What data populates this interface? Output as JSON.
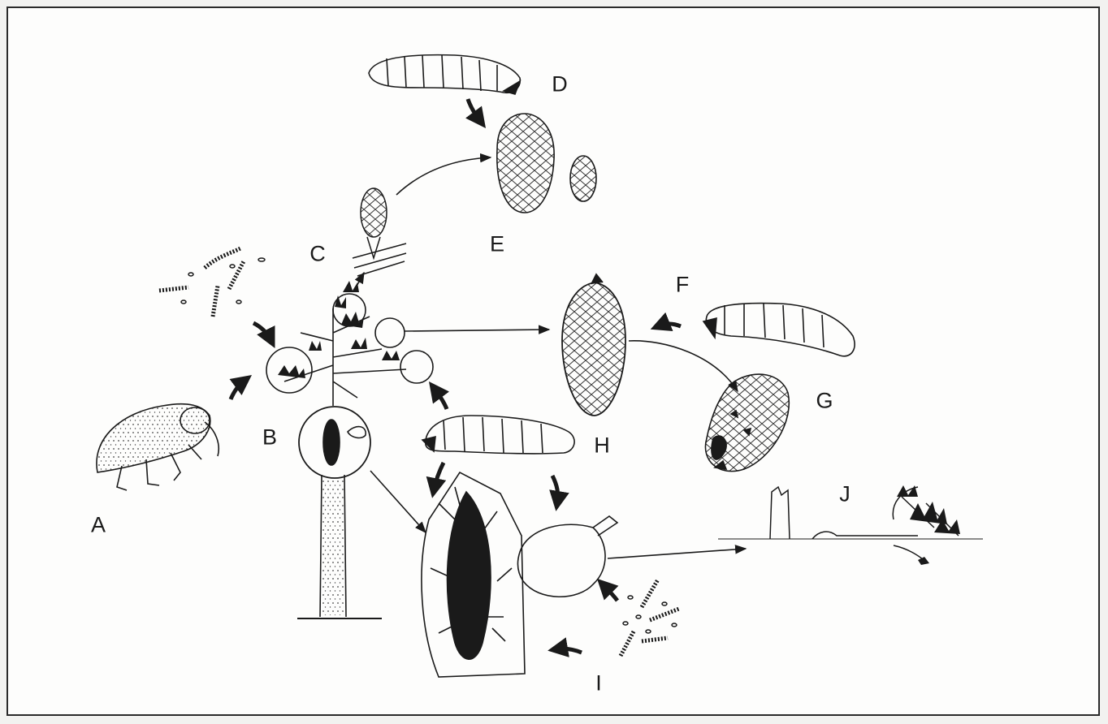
{
  "labels": {
    "a": "A",
    "b": "B",
    "c": "C",
    "d": "D",
    "e": "E",
    "f": "F",
    "g": "G",
    "h": "H",
    "i": "I",
    "j": "J"
  },
  "colors": {
    "ink": "#1a1a1a",
    "paper": "#fdfdfc",
    "frame": "#2a2a2a"
  }
}
